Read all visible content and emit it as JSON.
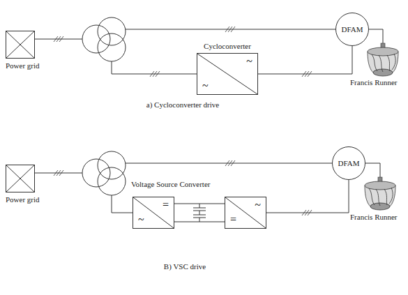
{
  "diagram": {
    "nodes": [
      {
        "text": [
          "Power grid"
        ]
      },
      {
        "text": [
          "DFAM"
        ]
      },
      {
        "text": [
          "Cycloconverter",
          "~",
          "~"
        ]
      },
      {
        "text": [
          "Power grid"
        ]
      },
      {
        "text": [
          "DFAM"
        ]
      },
      {
        "text": [
          "=",
          "~"
        ]
      },
      {
        "text": [
          "~",
          "="
        ]
      }
    ],
    "edges": [
      {
        "from": 2,
        "to": 1,
        "arrow": "none"
      },
      {
        "from": 5,
        "to": 6,
        "arrow": "none"
      },
      {
        "from": 6,
        "to": 4,
        "arrow": "none"
      }
    ],
    "labels": [
      "Francis Runner",
      "a) Cycloconverter drive",
      "Voltage Source Converter",
      "Francis Runner",
      "B) VSC drive"
    ]
  }
}
